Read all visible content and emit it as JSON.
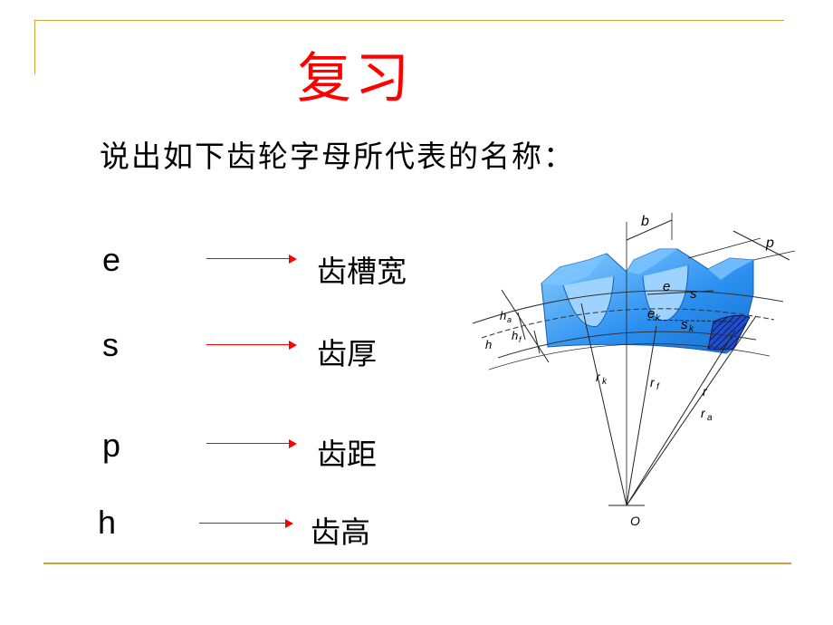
{
  "title": "复习",
  "subtitle": "说出如下齿轮字母所代表的名称：",
  "items": [
    {
      "letter": "e",
      "meaning": "齿槽宽"
    },
    {
      "letter": "s",
      "meaning": "齿厚"
    },
    {
      "letter": "p",
      "meaning": "齿距"
    },
    {
      "letter": "h",
      "meaning": "齿高"
    }
  ],
  "diagram": {
    "labels": {
      "b": "b",
      "p": "p",
      "e": "e",
      "s": "s",
      "ek": "e",
      "ek_sub": "k",
      "sk": "s",
      "sk_sub": "k",
      "ha": "h",
      "ha_sub": "a",
      "hf": "h",
      "hf_sub": "f",
      "h": "h",
      "rk": "r",
      "rk_sub": "k",
      "rf": "r",
      "rf_sub": "f",
      "r": "r",
      "ra": "r",
      "ra_sub": "a",
      "o": "O"
    },
    "colors": {
      "gear": "#2a8ff0",
      "gear_light": "#9fd3ff",
      "hatch": "#1a2aa0"
    }
  }
}
